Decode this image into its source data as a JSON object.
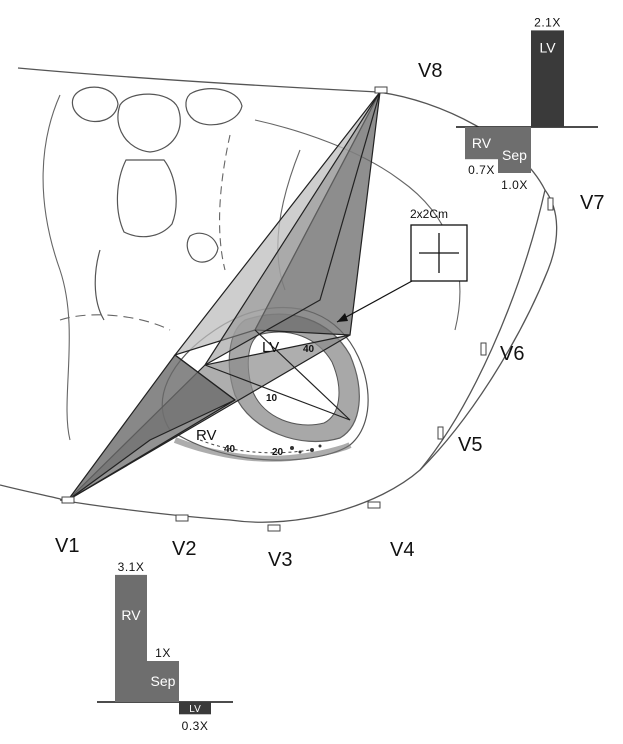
{
  "leads": {
    "v1": "V1",
    "v2": "V2",
    "v3": "V3",
    "v4": "V4",
    "v5": "V5",
    "v6": "V6",
    "v7": "V7",
    "v8": "V8"
  },
  "anatomy": {
    "lv": "LV",
    "rv": "RV",
    "num_40_lv": "40",
    "num_40_rv": "40",
    "num_10": "10",
    "num_20": "20"
  },
  "scale_box": {
    "label": "2x2Cm"
  },
  "colors": {
    "rv_bar": "#6e6e6e",
    "sep_bar": "#6e6e6e",
    "lv_bar": "#3a3a3a",
    "outline": "#555555",
    "cone_light": "#bdbdbd",
    "cone_mid": "#8c8c8c",
    "cone_dark": "#6a6a6a"
  },
  "chart_data": [
    {
      "type": "bar",
      "location": "top-right",
      "categories": [
        "RV",
        "Sep",
        "LV"
      ],
      "values": [
        -0.7,
        -1.0,
        2.1
      ],
      "value_labels": [
        "0.7X",
        "1.0X",
        "2.1X"
      ]
    },
    {
      "type": "bar",
      "location": "bottom-left",
      "categories": [
        "RV",
        "Sep",
        "LV"
      ],
      "values": [
        3.1,
        1.0,
        -0.3
      ],
      "value_labels": [
        "3.1X",
        "1X",
        "0.3X"
      ]
    }
  ]
}
